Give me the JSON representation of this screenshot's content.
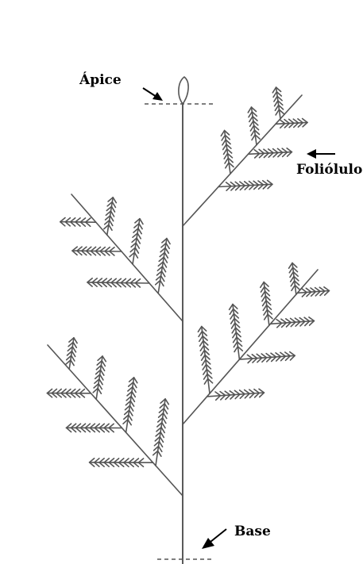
{
  "diagram": {
    "labels": {
      "apex": "Ápice",
      "leaflet": "Foliólulo",
      "base": "Base"
    },
    "colors": {
      "line": "#555555",
      "arrow": "#000000",
      "background": "#ffffff"
    }
  }
}
